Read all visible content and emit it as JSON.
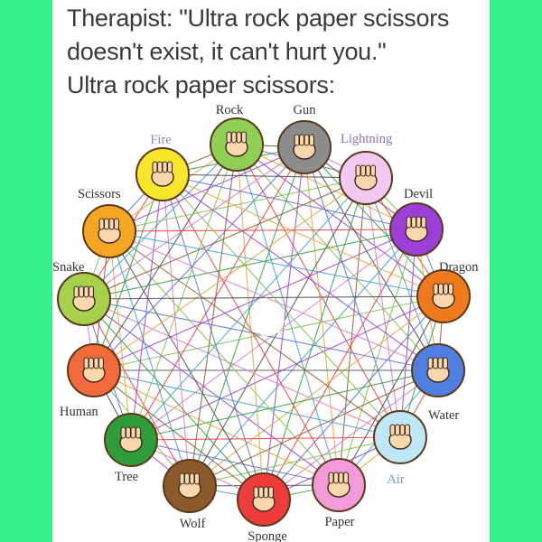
{
  "caption": {
    "line1": "Therapist: \"Ultra rock paper scissors",
    "line2": "doesn't exist, it can't hurt you.\"",
    "line3": "Ultra rock paper scissors:"
  },
  "colors": {
    "background": "#35f08a",
    "card": "#ffffff",
    "caption_text": "#3a3a3a",
    "center_hole": "#ffffff"
  },
  "diagram": {
    "nodes": [
      {
        "label": "Rock",
        "label_color": "#333333",
        "fill": "#8fcf55",
        "icon": "fist-icon"
      },
      {
        "label": "Gun",
        "label_color": "#333333",
        "fill": "#8c8c8c",
        "icon": "finger-gun-icon"
      },
      {
        "label": "Lightning",
        "label_color": "#8a6fb5",
        "fill": "#f2c9f0",
        "icon": "pinky-hand-icon"
      },
      {
        "label": "Devil",
        "label_color": "#333333",
        "fill": "#9b3fd6",
        "icon": "horns-hand-icon"
      },
      {
        "label": "Dragon",
        "label_color": "#333333",
        "fill": "#ee7a1c",
        "icon": "claw-hand-icon"
      },
      {
        "label": "Water",
        "label_color": "#333333",
        "fill": "#4f7fe0",
        "icon": "cupped-hand-icon"
      },
      {
        "label": "Air",
        "label_color": "#6ea0c8",
        "fill": "#bfe8f7",
        "icon": "ok-hand-icon"
      },
      {
        "label": "Paper",
        "label_color": "#333333",
        "fill": "#f39ad8",
        "icon": "flat-hand-icon"
      },
      {
        "label": "Sponge",
        "label_color": "#333333",
        "fill": "#ee3b3b",
        "icon": "curled-hand-icon"
      },
      {
        "label": "Wolf",
        "label_color": "#333333",
        "fill": "#8b5a2b",
        "icon": "wolf-hand-icon"
      },
      {
        "label": "Tree",
        "label_color": "#333333",
        "fill": "#2f9e3a",
        "icon": "raised-forearm-icon"
      },
      {
        "label": "Human",
        "label_color": "#333333",
        "fill": "#f26a3a",
        "icon": "pointing-hand-icon"
      },
      {
        "label": "Snake",
        "label_color": "#333333",
        "fill": "#a7d04d",
        "icon": "snake-hand-icon"
      },
      {
        "label": "Scissors",
        "label_color": "#333333",
        "fill": "#f5a623",
        "icon": "v-sign-icon"
      },
      {
        "label": "Fire",
        "label_color": "#9b7fc0",
        "fill": "#f7e62c",
        "icon": "open-palm-icon"
      }
    ],
    "line_colors": [
      "#4a4a4a",
      "#5b6fd6",
      "#e3a43a",
      "#9b3fd6",
      "#7fbf4a",
      "#ee3b3b",
      "#3fa0d0",
      "#d97ac5",
      "#8b5a2b",
      "#2f9e3a"
    ]
  }
}
